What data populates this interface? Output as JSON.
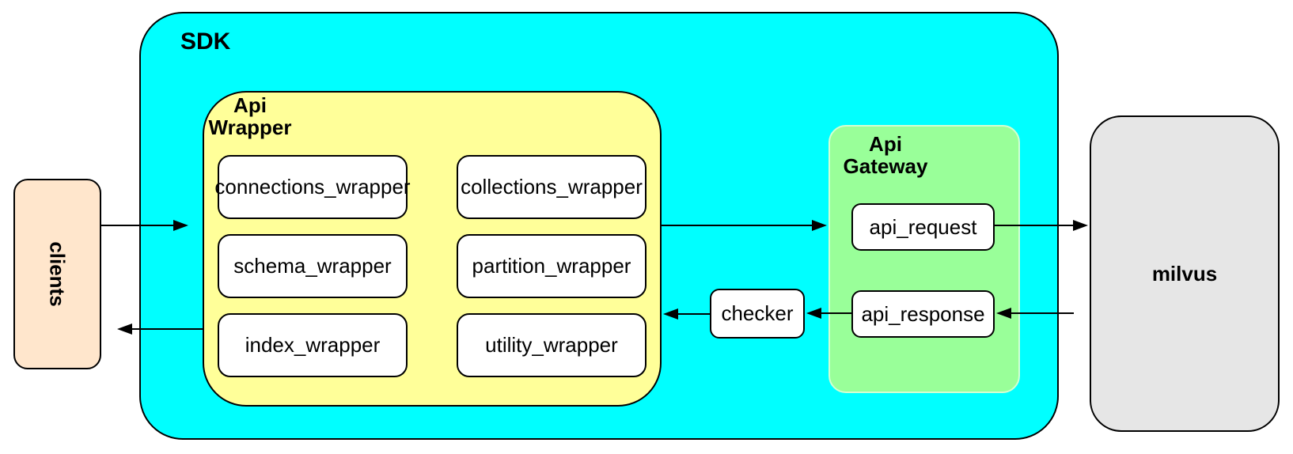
{
  "diagram": {
    "clients_label": "clients",
    "sdk_label": "SDK",
    "api_wrapper": {
      "label_line1": "Api",
      "label_line2": "Wrapper",
      "boxes": [
        {
          "label": "connections_wrapper"
        },
        {
          "label": "collections_wrapper"
        },
        {
          "label": "schema_wrapper"
        },
        {
          "label": "partition_wrapper"
        },
        {
          "label": "index_wrapper"
        },
        {
          "label": "utility_wrapper"
        }
      ]
    },
    "checker_label": "checker",
    "api_gateway": {
      "label_line1": "Api",
      "label_line2": "Gateway",
      "request_label": "api_request",
      "response_label": "api_response"
    },
    "milvus_label": "milvus",
    "colors": {
      "sdk_fill": "#00FFFF",
      "api_wrapper_fill": "#FFFF99",
      "api_gateway_fill": "#99FF99",
      "clients_fill": "#FFE6CC",
      "milvus_fill": "#E6E6E6",
      "node_fill": "#FFFFFF",
      "border": "#000000"
    }
  }
}
